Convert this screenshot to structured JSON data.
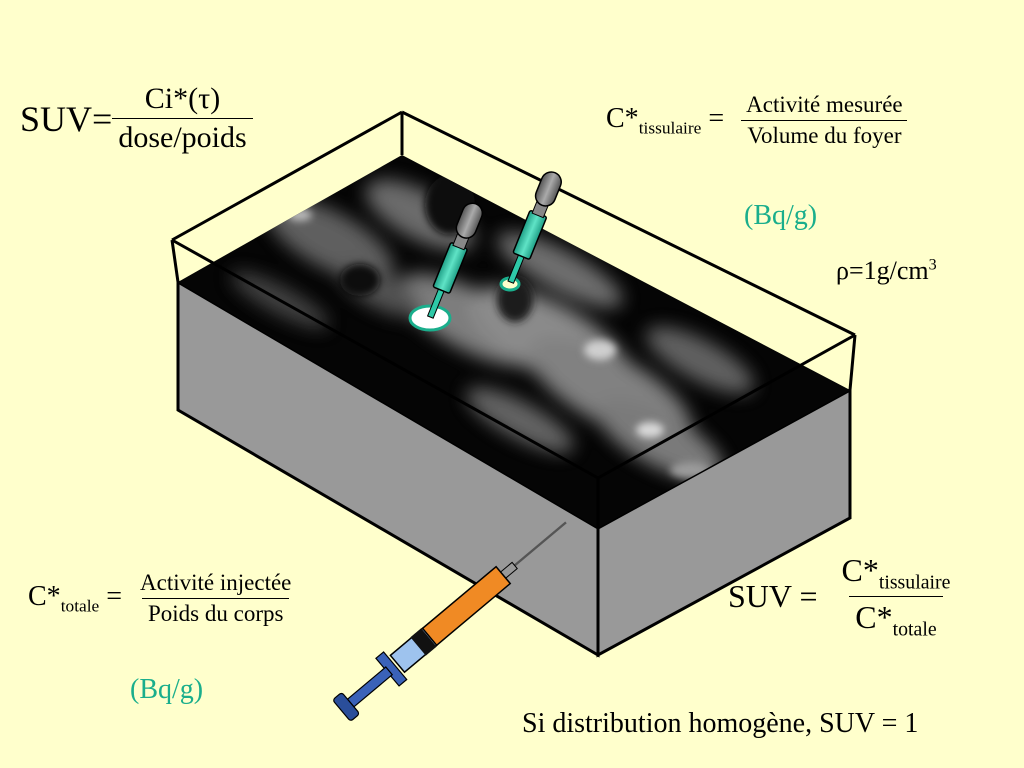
{
  "formula_suv_def": {
    "lhs": "SUV=",
    "numerator": "Ci*(τ)",
    "denominator": "dose/poids"
  },
  "formula_tissue": {
    "lhs_main": "C*",
    "lhs_sub": "tissulaire",
    "equals": "=",
    "numerator": "Activité mesurée",
    "denominator": "Volume du foyer",
    "unit": "(Bq/g)"
  },
  "density": {
    "base": "ρ=1g/cm",
    "exponent": "3"
  },
  "formula_total": {
    "lhs_main": "C*",
    "lhs_sub": "totale",
    "equals": "=",
    "numerator": "Activité injectée",
    "denominator": "Poids du corps",
    "unit": "(Bq/g)"
  },
  "formula_suv_ratio": {
    "lhs": "SUV =",
    "num_main": "C*",
    "num_sub": "tissulaire",
    "den_main": "C*",
    "den_sub": "totale"
  },
  "conclusion": "Si distribution homogène, SUV = 1",
  "colors": {
    "background": "#FFFFCC",
    "unit_text": "#1AAE8C",
    "pipette_liquid": "#2EC9A8",
    "syringe_orange": "#F08A24",
    "syringe_blue": "#3A62B8"
  }
}
